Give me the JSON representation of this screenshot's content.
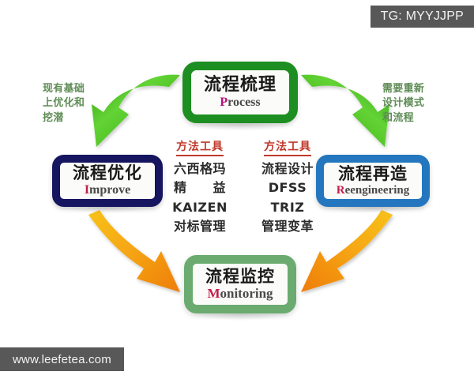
{
  "watermarks": {
    "top_label": "TG: MYYJJPP",
    "bottom_label": "www.leefetea.com"
  },
  "nodes": {
    "process": {
      "cn": "流程梳理",
      "en_head": "P",
      "en_rest": "rocess"
    },
    "improve": {
      "cn": "流程优化",
      "en_head": "I",
      "en_rest": "mprove"
    },
    "reengineering": {
      "cn": "流程再造",
      "en_head": "R",
      "en_rest": "eengineering"
    },
    "monitoring": {
      "cn": "流程监控",
      "en_head": "M",
      "en_rest": "onitoring"
    }
  },
  "annotations": {
    "left": "现有基础\n上优化和\n挖潜",
    "right": "需要重新\n设计模式\n和流程"
  },
  "tool_columns": {
    "left": {
      "heading": "方法工具",
      "items": [
        "六西格玛",
        "精　　益",
        "KAIZEN",
        "对标管理"
      ]
    },
    "right": {
      "heading": "方法工具",
      "items": [
        "流程设计",
        "DFSS",
        "TRIZ",
        "管理变革"
      ]
    }
  },
  "colors": {
    "process_border": "#1d8e21",
    "improve_border": "#151560",
    "reengineering_border": "#2477be",
    "monitoring_border": "#6bab70",
    "green_arrow": "#4fc21e",
    "orange_arrow": "#f2990d",
    "heading_red": "#c0392b",
    "annotation_green": "#5f8c56",
    "watermark_bg": "#585858"
  }
}
